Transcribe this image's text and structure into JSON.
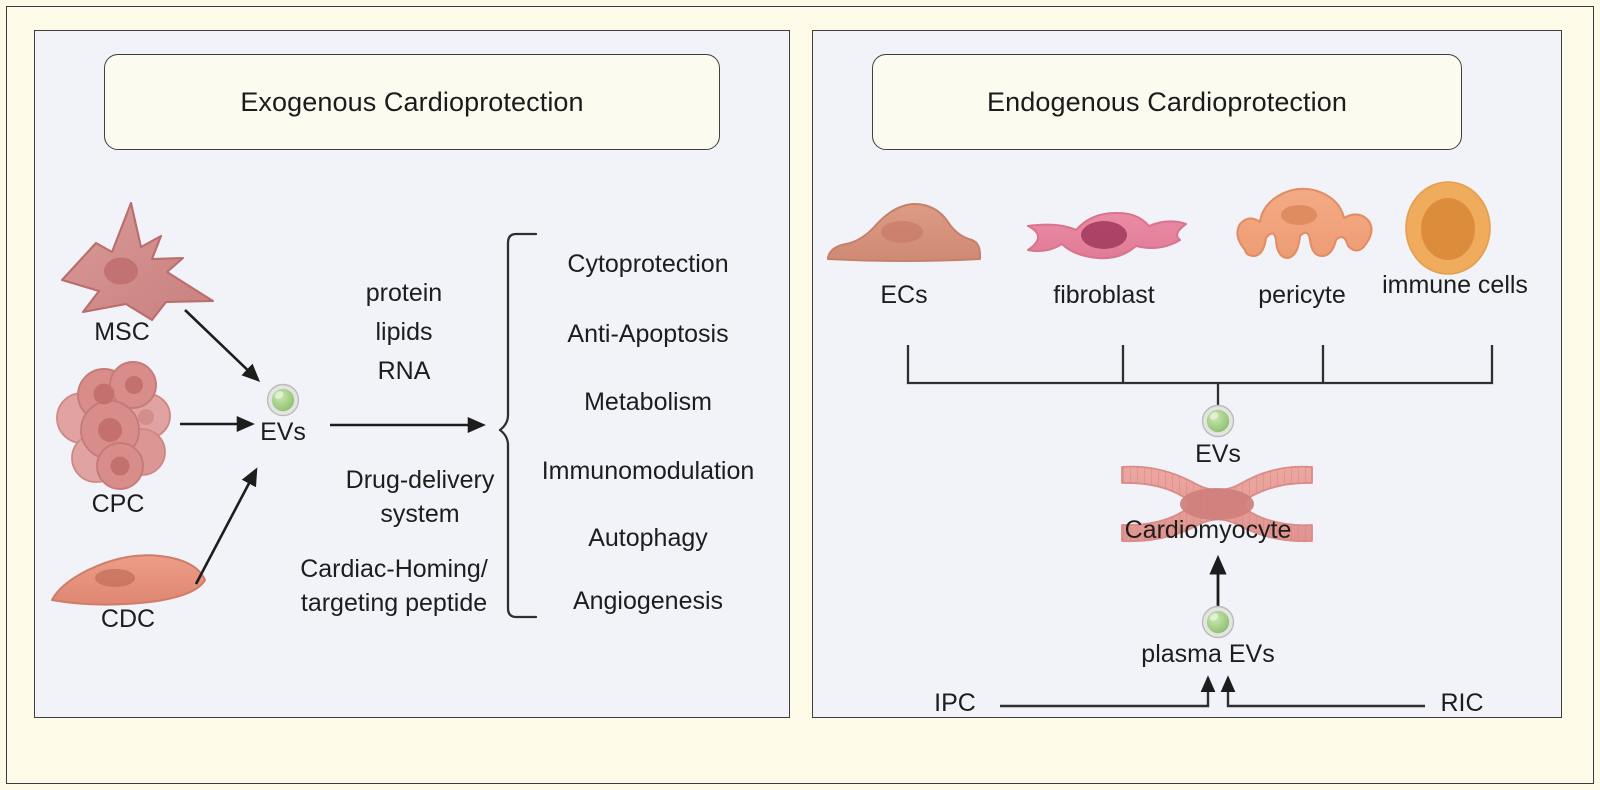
{
  "figure": {
    "background_color": "#fdfbe8",
    "panel_background_color": "#f1f3f9",
    "title_box_color": "#fbfbef",
    "stroke_color": "#3f3f3f"
  },
  "panels": {
    "left": {
      "title": "Exogenous Cardioprotection",
      "sources": [
        {
          "label": "MSC",
          "kind": "mesenchymal-stem-cell",
          "color": "#cf8181"
        },
        {
          "label": "CPC",
          "kind": "cardiac-progenitor-cell-cluster",
          "color": "#d98585"
        },
        {
          "label": "CDC",
          "kind": "cardiosphere-derived-cell",
          "color": "#e8917c"
        }
      ],
      "vesicle": {
        "label": "EVs",
        "color": "#a8d08c"
      },
      "cargo": [
        "protein",
        "lipids",
        "RNA"
      ],
      "modifications": [
        "Drug-delivery",
        "system",
        "Cardiac-Homing/",
        "targeting peptide"
      ],
      "outcomes": [
        "Cytoprotection",
        "Anti-Apoptosis",
        "Metabolism",
        "Immunomodulation",
        "Autophagy",
        "Angiogenesis"
      ]
    },
    "right": {
      "title": "Endogenous Cardioprotection",
      "cells": [
        {
          "label": "ECs",
          "kind": "endothelial-cell",
          "color": "#d5917c"
        },
        {
          "label": "fibroblast",
          "kind": "fibroblast-cell",
          "color": "#e8869f"
        },
        {
          "label": "pericyte",
          "kind": "pericyte-cell",
          "color": "#f0a37c"
        },
        {
          "label": "immune cells",
          "kind": "immune-cell",
          "color": "#eda84f"
        }
      ],
      "vesicle": {
        "label": "EVs",
        "color": "#a8d08c"
      },
      "target_cell": {
        "label": "Cardiomyocyte",
        "color": "#e79b96"
      },
      "plasma_vesicle": {
        "label": "plasma EVs",
        "color": "#a8d08c"
      },
      "stimuli": [
        {
          "label": "IPC"
        },
        {
          "label": "RIC"
        }
      ]
    }
  }
}
